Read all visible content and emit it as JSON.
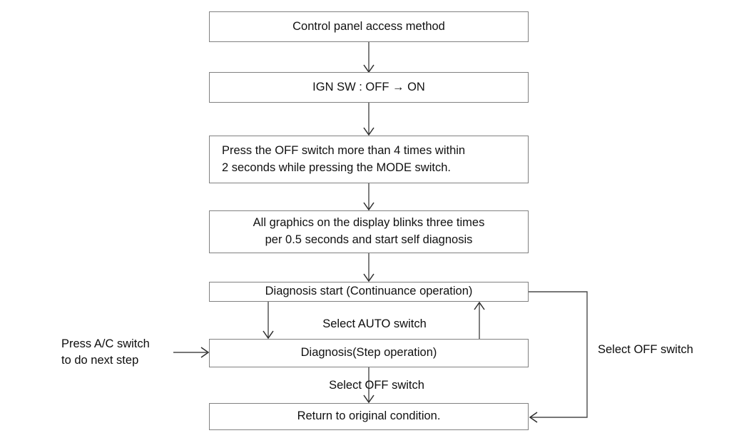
{
  "diagram": {
    "title": "Control panel access method",
    "type": "flowchart",
    "background_color": "#ffffff",
    "border_color": "#818181",
    "line_color": "#4a4a4a",
    "text_color": "#111111"
  },
  "nodes": [
    {
      "id": "control-panel-access-method",
      "label": "Control panel access method",
      "align": "center"
    },
    {
      "id": "ign-sw",
      "label": "IGN SW : OFF → ON",
      "align": "center"
    },
    {
      "id": "press-off-switch",
      "label": "Press the OFF switch more than 4 times within\n2 seconds while pressing the MODE switch.",
      "align": "left"
    },
    {
      "id": "graphics-blink",
      "label": "All graphics on the display blinks three times\nper 0.5 seconds and start self diagnosis",
      "align": "center"
    },
    {
      "id": "diagnosis-start",
      "label": "Diagnosis start (Continuance operation)",
      "align": "center"
    },
    {
      "id": "diagnosis-step",
      "label": "Diagnosis(Step operation)",
      "align": "center"
    },
    {
      "id": "return-original",
      "label": "Return to original condition.",
      "align": "center"
    }
  ],
  "edge_labels": {
    "select_auto_switch": "Select AUTO switch",
    "select_off_switch_middle": "Select OFF switch",
    "select_off_switch_right": "Select OFF switch",
    "press_ac_switch": "Press A/C switch\nto do next step"
  }
}
